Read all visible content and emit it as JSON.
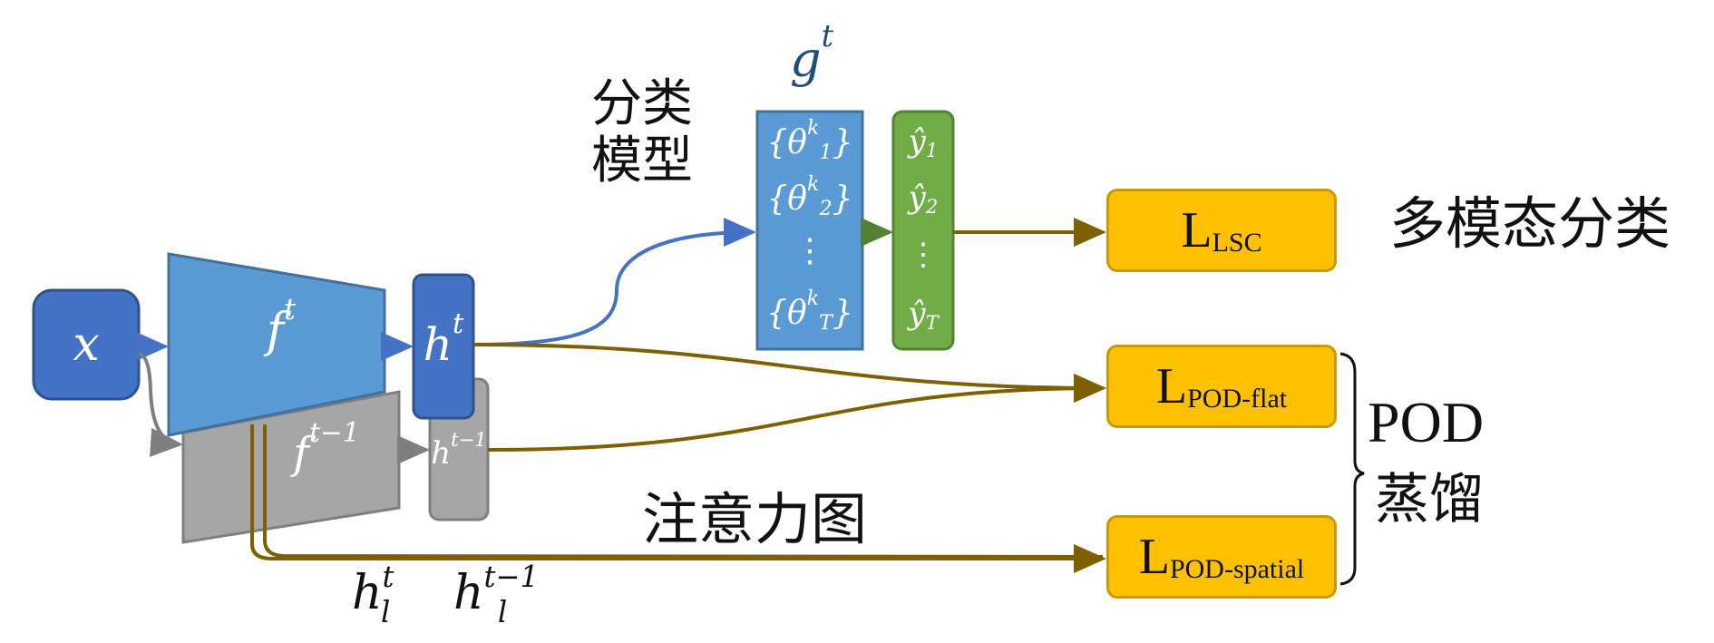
{
  "input": {
    "label": "x"
  },
  "encoder_new": {
    "base": "f",
    "sup": "t"
  },
  "encoder_old": {
    "base": "f",
    "sup": "t−1"
  },
  "feature_new": {
    "base": "h",
    "sup": "t"
  },
  "feature_old": {
    "base": "h",
    "sup": "t−1"
  },
  "classifier": {
    "title_base": "g",
    "title_sup": "t",
    "caption": [
      "分类",
      "模型"
    ],
    "params": [
      {
        "base": "{θ",
        "sup": "k",
        "sub": "1",
        "close": "}"
      },
      {
        "base": "{θ",
        "sup": "k",
        "sub": "2",
        "close": "}"
      },
      {
        "base": "{θ",
        "sup": "k",
        "sub": "T",
        "close": "}"
      }
    ],
    "dots": "⋮"
  },
  "outputs": {
    "items": [
      {
        "base": "ŷ",
        "sub": "1"
      },
      {
        "base": "ŷ",
        "sub": "2"
      },
      {
        "base": "ŷ",
        "sub": "T"
      }
    ],
    "dots": "⋮"
  },
  "losses": {
    "lsc": {
      "main": "L",
      "sub": "LSC"
    },
    "pod_flat": {
      "main": "L",
      "sub": "POD-flat"
    },
    "pod_spatial": {
      "main": "L",
      "sub": "POD-spatial"
    }
  },
  "labels": {
    "multimodal_classification": "多模态分类",
    "attention_map": "注意力图",
    "pod_line1": "POD",
    "pod_line2": "蒸馏"
  },
  "intermediate": {
    "new": {
      "base": "h",
      "sup": "t",
      "sub": "l"
    },
    "old": {
      "base": "h",
      "sup": "t−1",
      "sub": "l"
    }
  },
  "colors": {
    "dark_blue": "#4472c4",
    "light_blue": "#5b9bd5",
    "gray": "#a6a6a6",
    "green": "#70ad47",
    "gold": "#ffc000",
    "arrow_brown": "#7f6000",
    "title_blue": "#1f4e79"
  }
}
